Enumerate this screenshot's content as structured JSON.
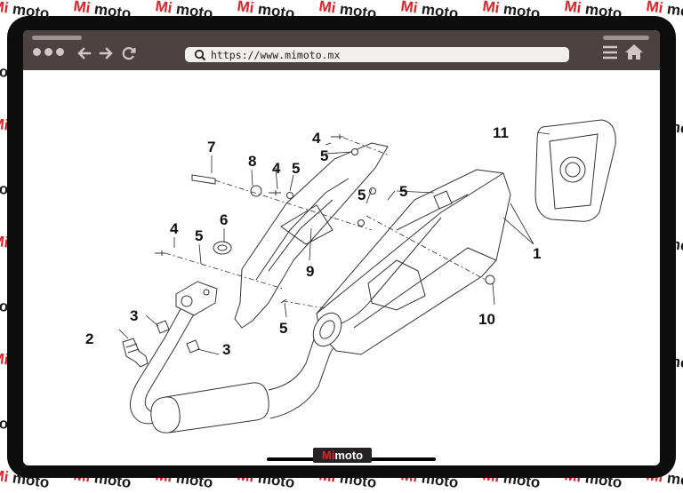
{
  "watermark": {
    "brand_left": "Mi",
    "brand_right": "moto",
    "brand_color": "#e0242b",
    "text_color": "#1a1a1a"
  },
  "browser": {
    "url": "https://www.mimoto.mx",
    "toolbar_color": "#4b4341",
    "icons": [
      "window-dots-icon",
      "back-arrow-icon",
      "forward-arrow-icon",
      "reload-icon",
      "search-icon",
      "menu-icon",
      "home-icon"
    ]
  },
  "diagram": {
    "callouts": [
      {
        "id": "c1",
        "label": "1"
      },
      {
        "id": "c2",
        "label": "2"
      },
      {
        "id": "c3a",
        "label": "3"
      },
      {
        "id": "c3b",
        "label": "3"
      },
      {
        "id": "c4a",
        "label": "4"
      },
      {
        "id": "c4b",
        "label": "4"
      },
      {
        "id": "c4c",
        "label": "4"
      },
      {
        "id": "c5a",
        "label": "5"
      },
      {
        "id": "c5b",
        "label": "5"
      },
      {
        "id": "c5c",
        "label": "5"
      },
      {
        "id": "c5d",
        "label": "5"
      },
      {
        "id": "c5e",
        "label": "5"
      },
      {
        "id": "c5f",
        "label": "5"
      },
      {
        "id": "c6",
        "label": "6"
      },
      {
        "id": "c7",
        "label": "7"
      },
      {
        "id": "c8",
        "label": "8"
      },
      {
        "id": "c9",
        "label": "9"
      },
      {
        "id": "c10",
        "label": "10"
      },
      {
        "id": "c11",
        "label": "11"
      }
    ]
  },
  "footer": {
    "badge_left": "Mi",
    "badge_right": "moto"
  }
}
